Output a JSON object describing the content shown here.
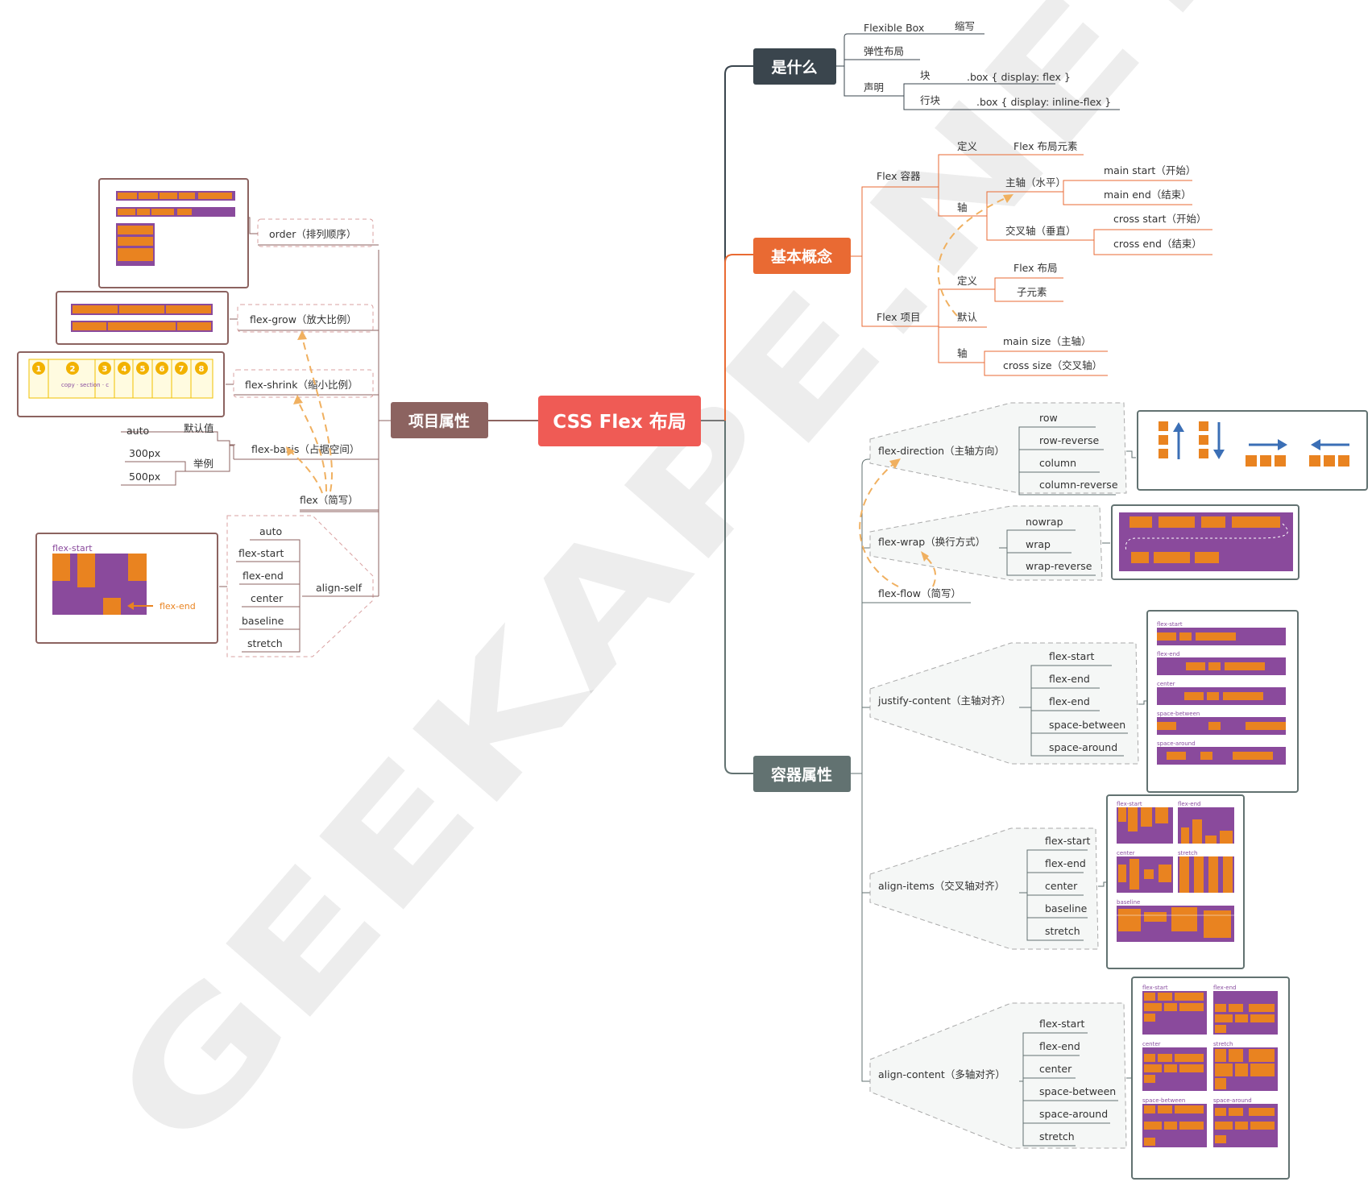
{
  "title": "CSS Flex 布局",
  "watermark": "GEEKAPE.NET",
  "colors": {
    "root": "#ef5b55",
    "what": "#3a454d",
    "concept": "#e96a33",
    "container": "#627271",
    "item": "#8c6360",
    "orange": "#e98320",
    "purple": "#8a4a9c",
    "dashed": "#f0b060"
  },
  "what": {
    "label": "是什么",
    "flexible_box": "Flexible Box",
    "abbr": "缩写",
    "elastic": "弹性布局",
    "declare": "声明",
    "block": "块",
    "block_code": ".box { display: flex }",
    "inline": "行块",
    "inline_code": ".box { display: inline-flex }"
  },
  "concept": {
    "label": "基本概念",
    "container": "Flex 容器",
    "def": "定义",
    "container_def": "Flex 布局元素",
    "axis": "轴",
    "main_axis": "主轴（水平）",
    "main_start": "main start（开始）",
    "main_end": "main end（结束）",
    "cross_axis": "交叉轴（垂直）",
    "cross_start": "cross start（开始）",
    "cross_end": "cross end（结束）",
    "item": "Flex 项目",
    "item_def": "定义",
    "item_def_1": "Flex 布局",
    "item_def_2": "子元素",
    "default": "默认",
    "item_axis": "轴",
    "main_size": "main size（主轴）",
    "cross_size": "cross size（交叉轴）"
  },
  "container": {
    "label": "容器属性",
    "direction": {
      "label": "flex-direction（主轴方向）",
      "values": [
        "row",
        "row-reverse",
        "column",
        "column-reverse"
      ]
    },
    "wrap": {
      "label": "flex-wrap（换行方式）",
      "values": [
        "nowrap",
        "wrap",
        "wrap-reverse"
      ]
    },
    "flow": "flex-flow（简写）",
    "justify": {
      "label": "justify-content（主轴对齐）",
      "values": [
        "flex-start",
        "flex-end",
        "flex-end",
        "space-between",
        "space-around"
      ]
    },
    "align_items": {
      "label": "align-items（交叉轴对齐）",
      "values": [
        "flex-start",
        "flex-end",
        "center",
        "baseline",
        "stretch"
      ]
    },
    "align_content": {
      "label": "align-content（多轴对齐）",
      "values": [
        "flex-start",
        "flex-end",
        "center",
        "space-between",
        "space-around",
        "stretch"
      ]
    }
  },
  "item": {
    "label": "项目属性",
    "order": "order（排列顺序）",
    "grow": "flex-grow（放大比例）",
    "shrink": "flex-shrink（缩小比例）",
    "basis": "flex-basis（占据空间）",
    "basis_auto": "auto",
    "basis_default": "默认值",
    "basis_300": "300px",
    "basis_500": "500px",
    "basis_example": "举例",
    "flex": "flex（简写）",
    "align_self": "align-self",
    "align_self_values": [
      "auto",
      "flex-start",
      "flex-end",
      "center",
      "baseline",
      "stretch"
    ],
    "shrink_numbers": [
      "1",
      "2",
      "3",
      "4",
      "5",
      "6",
      "7",
      "8"
    ],
    "img_flex_start": "flex-start",
    "img_flex_end": "flex-end"
  },
  "images": {
    "justify": [
      "flex-start",
      "flex-end",
      "center",
      "space-between",
      "space-around"
    ],
    "align_items": [
      "flex-start",
      "flex-end",
      "center",
      "stretch",
      "baseline"
    ],
    "align_content": [
      "flex-start",
      "flex-end",
      "center",
      "stretch",
      "space-between",
      "space-around"
    ]
  }
}
